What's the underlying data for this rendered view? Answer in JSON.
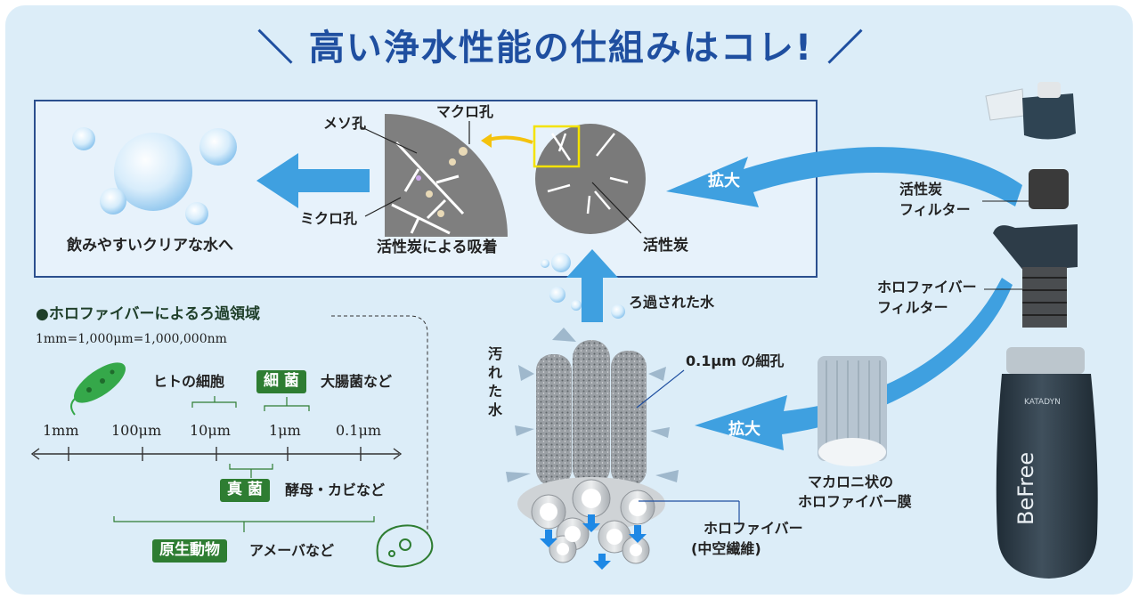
{
  "title": "＼ 高い浄水性能の仕組みはコレ! ／",
  "adsorption": {
    "meso": "メソ孔",
    "macro": "マクロ孔",
    "micro": "ミクロ孔",
    "caption": "活性炭による吸着",
    "carbon": "活性炭",
    "result": "飲みやすいクリアな水へ"
  },
  "arrows": {
    "enlarge_top": "拡大",
    "enlarge_mid": "拡大"
  },
  "parts": {
    "carbon_filter": [
      "活性炭",
      "フィルター"
    ],
    "hollow_filter": [
      "ホロファイバー",
      "フィルター"
    ],
    "membrane": [
      "マカロニ状の",
      "ホロファイバー膜"
    ],
    "bottle_text": "BeFree",
    "bottle_brand": "KATADYN"
  },
  "fiber": {
    "filtered": "ろ過された水",
    "dirty": [
      "汚",
      "れ",
      "た",
      "水"
    ],
    "pore": "0.1μm の細孔",
    "hollow": [
      "ホロファイバー",
      "(中空繊維)"
    ]
  },
  "scale": {
    "heading": "●ホロファイバーによるろ過領域",
    "units": "1mm=1,000μm=1,000,000nm",
    "ticks": [
      "1mm",
      "100μm",
      "10μm",
      "1μm",
      "0.1μm"
    ],
    "human_cell": "ヒトの細胞",
    "bacteria_badge": "細 菌",
    "bacteria_text": "大腸菌など",
    "yeast_badge": "真 菌",
    "yeast_text": "酵母・カビなど",
    "protozoa_badge": "原生動物",
    "protozoa_text": "アメーバなど"
  },
  "colors": {
    "title": "#1f4fa0",
    "badge": "#2e7d32",
    "arrow": "#3fa0e0",
    "panel": "#dcedf8",
    "carbon": "#808080",
    "bottle": "#2f3f4b"
  }
}
